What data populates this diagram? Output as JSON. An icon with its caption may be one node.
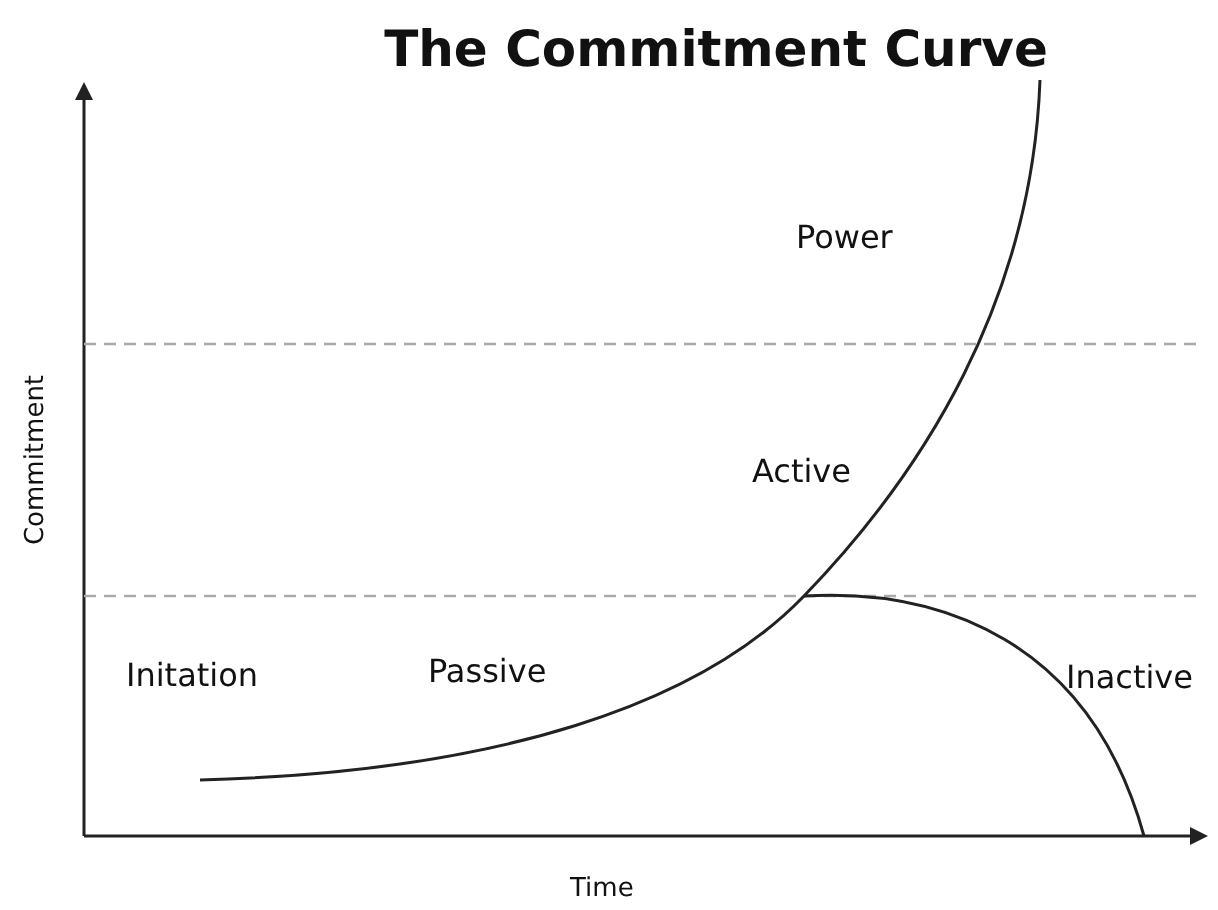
{
  "diagram": {
    "title": "The Commitment Curve",
    "labels": [
      "Power",
      "Active",
      "Passive",
      "Initation",
      "Inactive",
      "Commitment",
      "Time"
    ]
  }
}
